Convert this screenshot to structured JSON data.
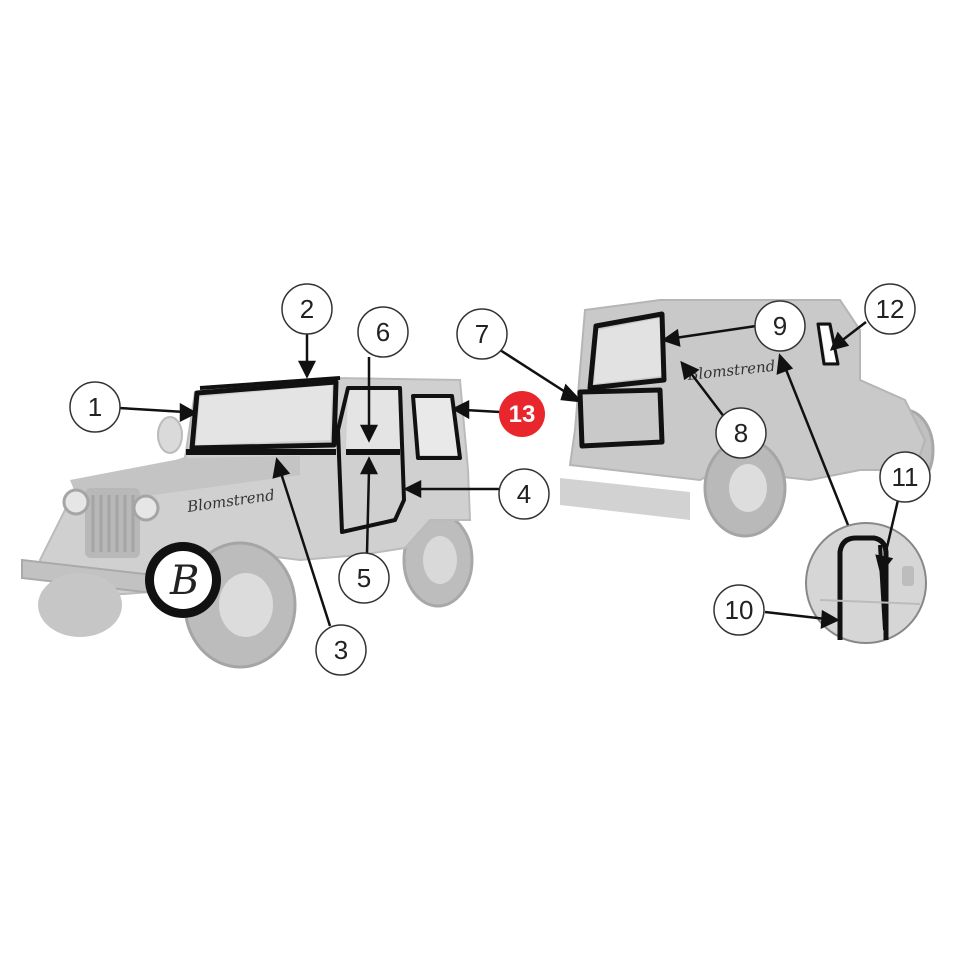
{
  "colors": {
    "background": "#ffffff",
    "vehicle": "#cfcfcf",
    "vehicle_dark": "#b5b5b5",
    "seal_outline": "#111111",
    "callout_fill": "#ffffff",
    "callout_stroke": "#333333",
    "highlight": "#e8262b"
  },
  "brand": {
    "watermark": "Blomstrend",
    "logo_letter": "B"
  },
  "callouts": [
    {
      "label": "1",
      "highlighted": false
    },
    {
      "label": "2",
      "highlighted": false
    },
    {
      "label": "3",
      "highlighted": false
    },
    {
      "label": "4",
      "highlighted": false
    },
    {
      "label": "5",
      "highlighted": false
    },
    {
      "label": "6",
      "highlighted": false
    },
    {
      "label": "7",
      "highlighted": false
    },
    {
      "label": "8",
      "highlighted": false
    },
    {
      "label": "9",
      "highlighted": false
    },
    {
      "label": "10",
      "highlighted": false
    },
    {
      "label": "11",
      "highlighted": false
    },
    {
      "label": "12",
      "highlighted": false
    },
    {
      "label": "13",
      "highlighted": true
    }
  ]
}
